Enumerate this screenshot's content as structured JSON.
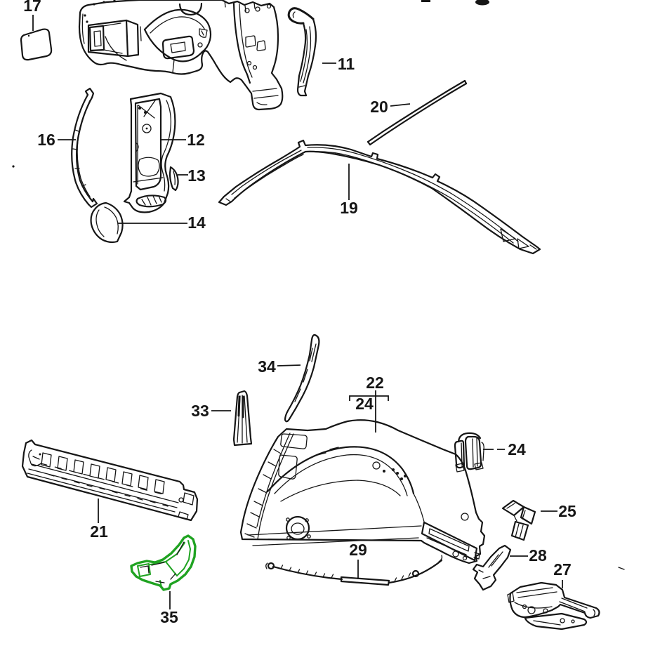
{
  "diagram": {
    "type": "exploded-parts-diagram",
    "background": "#ffffff",
    "line_color": "#161616",
    "highlight_color": "#1fa321",
    "highlighted_part": "35"
  },
  "callouts": {
    "c17": {
      "label": "17"
    },
    "c11": {
      "label": "11"
    },
    "c20": {
      "label": "20"
    },
    "c16": {
      "label": "16"
    },
    "c12": {
      "label": "12"
    },
    "c13": {
      "label": "13"
    },
    "c14": {
      "label": "14"
    },
    "c19": {
      "label": "19"
    },
    "c34": {
      "label": "34"
    },
    "c33": {
      "label": "33"
    },
    "c22": {
      "label": "22"
    },
    "c24_group": {
      "label": "24"
    },
    "c24_clamp": {
      "label": "24"
    },
    "c21": {
      "label": "21"
    },
    "c25": {
      "label": "25"
    },
    "c35": {
      "label": "35"
    },
    "c29": {
      "label": "29"
    },
    "c28": {
      "label": "28"
    },
    "c27": {
      "label": "27"
    }
  }
}
